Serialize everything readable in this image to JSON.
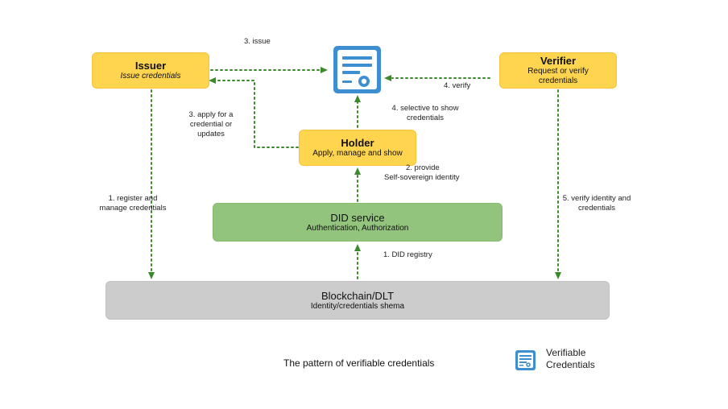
{
  "nodes": {
    "issuer": {
      "title": "Issuer",
      "subtitle": "Issue credentials"
    },
    "verifier": {
      "title": "Verifier",
      "subtitle_line1": "Request or verify",
      "subtitle_line2": "credentials"
    },
    "holder": {
      "title": "Holder",
      "subtitle": "Apply, manage and show"
    },
    "did_service": {
      "title": "DID service",
      "subtitle": "Authentication, Authorization"
    },
    "blockchain": {
      "title": "Blockchain/DLT",
      "subtitle": "Identity/credentials shema"
    }
  },
  "edges": {
    "issue": "3. issue",
    "verify": "4. verify",
    "apply_line1": "3. apply for a",
    "apply_line2": "credential or",
    "apply_line3": "updates",
    "selective_line1": "4. selective to show",
    "selective_line2": "credentials",
    "provide_line1": "2. provide",
    "provide_line2": "Self-sovereign identity",
    "register_line1": "1. register and",
    "register_line2": "manage credentials",
    "verify_identity_line1": "5. verify identity and",
    "verify_identity_line2": "credentials",
    "did_registry": "1. DID registry"
  },
  "caption": "The pattern of verifiable credentials",
  "legend": {
    "line1": "Verifiable",
    "line2": "Credentials",
    "icon": "credential-document-icon"
  },
  "colors": {
    "node_yellow": "#ffd54f",
    "node_green": "#93c47d",
    "node_grey": "#cccccc",
    "arrow": "#3a8a2c",
    "credential_icon": "#3d8fd1"
  }
}
